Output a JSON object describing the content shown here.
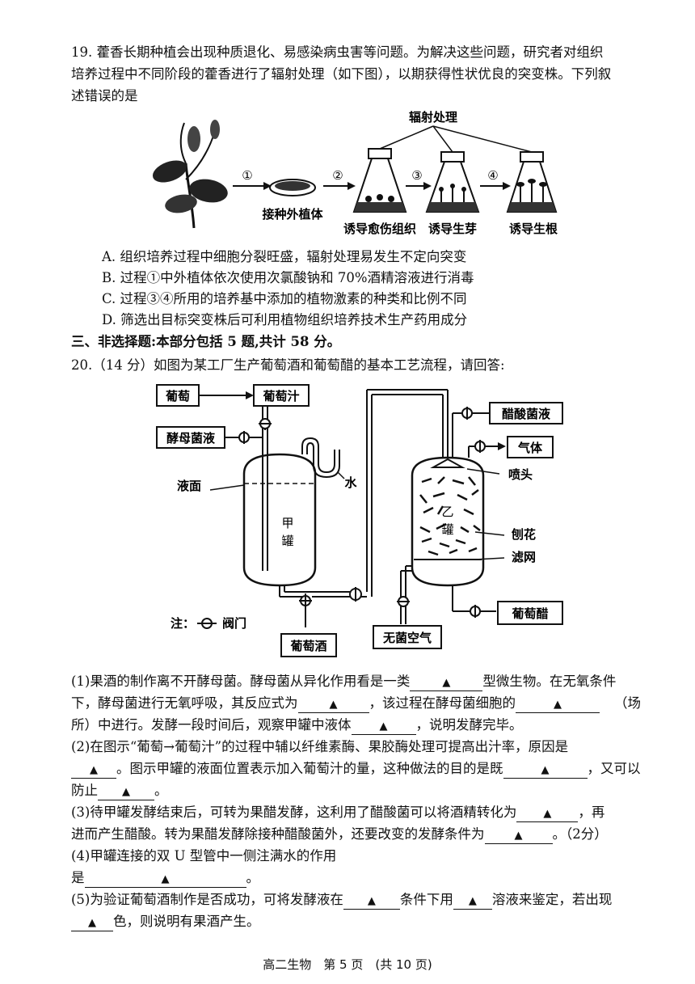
{
  "q19": {
    "line1": "19. 藿香长期种植会出现种质退化、易感染病虫害等问题。为解决这些问题，研究者对组织",
    "line2": "培养过程中不同阶段的藿香进行了辐射处理（如下图），以期获得性状优良的突变株。下列叙",
    "line3": "述错误的是",
    "fig": {
      "radiation": "辐射处理",
      "step1": "①",
      "step2": "②",
      "step3": "③",
      "step4": "④",
      "explant": "接种外植体",
      "callus": "诱导愈伤组织",
      "shoot": "诱导生芽",
      "root": "诱导生根"
    },
    "optA": "A. 组织培养过程中细胞分裂旺盛，辐射处理易发生不定向突变",
    "optB": "B. 过程①中外植体依次使用次氯酸钠和 70%酒精溶液进行消毒",
    "optC": "C. 过程③④所用的培养基中添加的植物激素的种类和比例不同",
    "optD": "D. 筛选出目标突变株后可利用植物组织培养技术生产药用成分"
  },
  "section3": "三、非选择题:本部分包括 5 题,共计 58 分。",
  "q20": {
    "stem": "20.（14 分）如图为某工厂生产葡萄酒和葡萄醋的基本工艺流程，请回答:",
    "fig": {
      "grape": "葡萄",
      "juice": "葡萄汁",
      "yeast": "酵母菌液",
      "acetic": "醋酸菌液",
      "gas": "气体",
      "nozzle": "喷头",
      "liquid_level": "液面",
      "water": "水",
      "tank_a1": "甲",
      "tank_a2": "罐",
      "tank_b1": "乙",
      "tank_b2": "罐",
      "shavings": "刨花",
      "filter": "滤网",
      "note": "注：",
      "valve": "阀门",
      "wine": "葡萄酒",
      "sterile_air": "无菌空气",
      "vinegar": "葡萄醋"
    },
    "blank_mark": "▲",
    "p1": {
      "a": "(1)果酒的制作离不开酵母菌。酵母菌从异化作用看是一类",
      "b": "型微生物。在无氧条件",
      "c": "下，酵母菌进行无氧呼吸，其反应式为",
      "d": "，该过程在酵母菌细胞的",
      "e": "（场",
      "f": "所）中进行。发酵一段时间后，观察甲罐中液体",
      "g": "，说明发酵完毕。"
    },
    "p2": {
      "a": "(2)在图示“葡萄→葡萄汁”的过程中辅以纤维素酶、果胶酶处理可提高出汁率，原因是",
      "b": "。图示甲罐的液面位置表示加入葡萄汁的量，这种做法的目的是既",
      "c": "，又可以",
      "d": "防止",
      "e": "。"
    },
    "p3": {
      "a": "(3)待甲罐发酵结束后，可转为果醋发酵，这利用了醋酸菌可以将酒精转化为",
      "b": "，再",
      "c": "进而产生醋酸。转为果醋发酵除接种醋酸菌外，还要改变的发酵条件为",
      "d": "。（2分）"
    },
    "p4": {
      "a": "(4)甲罐连接的双 U 型管中一侧注满水的作用",
      "b": "是",
      "c": "。"
    },
    "p5": {
      "a": "(5)为验证葡萄酒制作是否成功，可将发酵液在",
      "b": "条件下用",
      "c": "溶液来鉴定，若出现",
      "d": "色，则说明有果酒产生。"
    }
  },
  "footer": "高二生物　第 5 页　(共 10 页)"
}
